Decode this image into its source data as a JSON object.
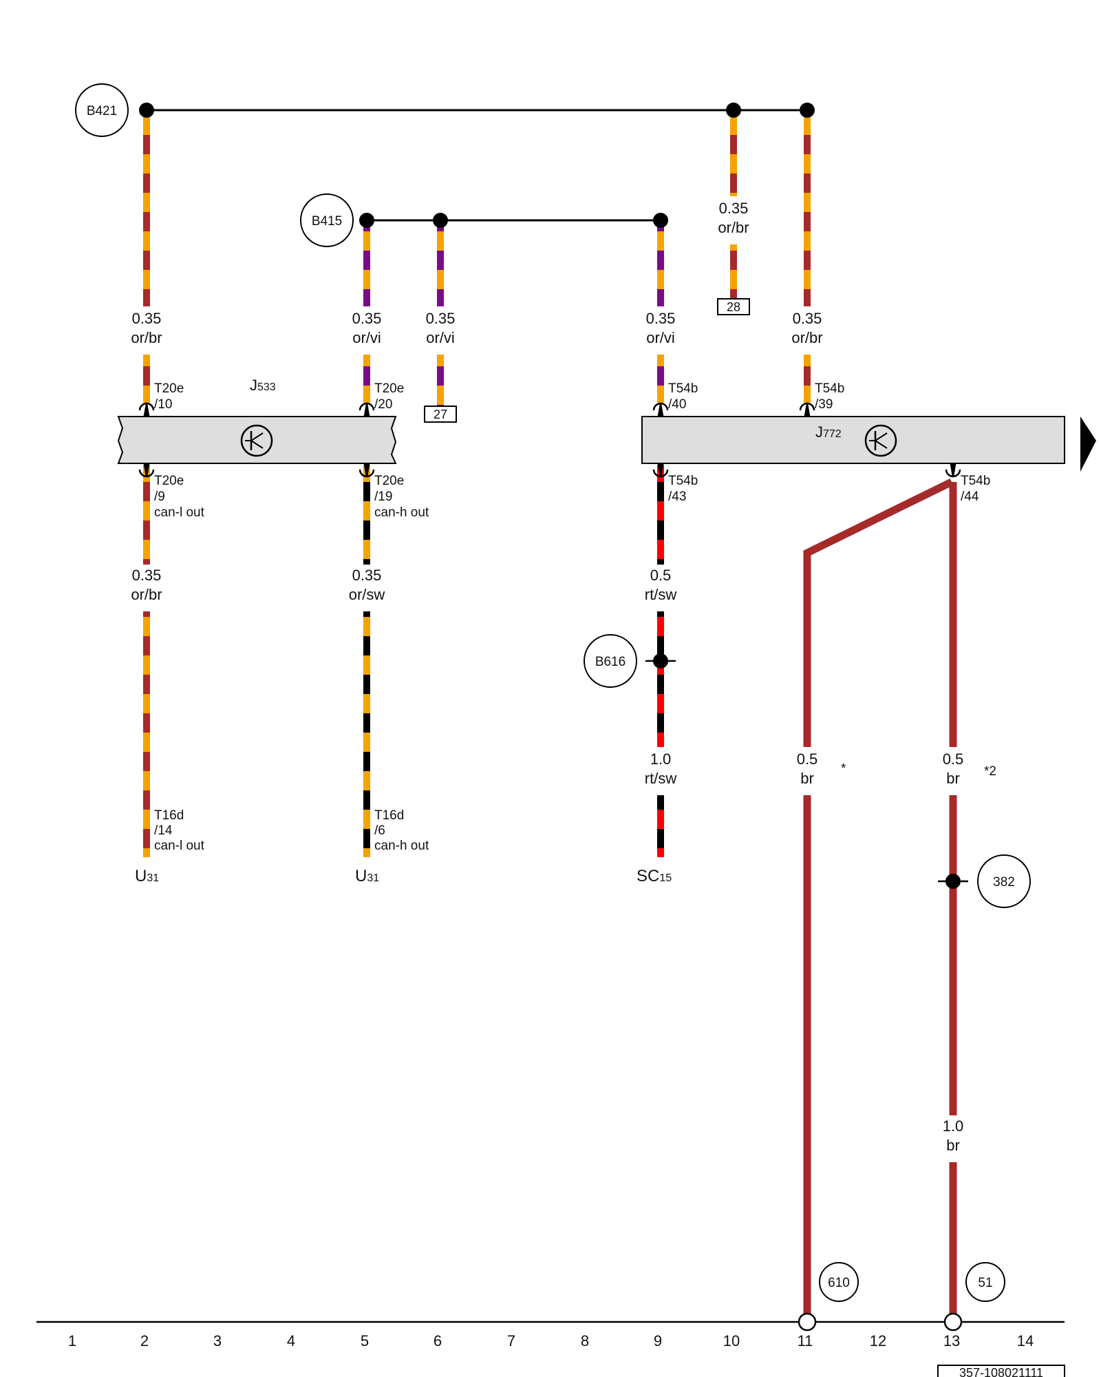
{
  "colors": {
    "or": "#f5a300",
    "br": "#a52a2a",
    "vi": "#7a0a8a",
    "sw": "#000000",
    "rt": "#ff0000",
    "ground_wire": "#a52a2a",
    "module_fill": "#dedede"
  },
  "splices": {
    "b421": "B421",
    "b415": "B415",
    "b616": "B616"
  },
  "grounds": {
    "g382": "382",
    "g610": "610",
    "g51": "51"
  },
  "modules": {
    "j533": {
      "name": "J",
      "sub": "533"
    },
    "j772": {
      "name": "J",
      "sub": "772"
    }
  },
  "refs": {
    "u31_a": {
      "name": "U",
      "sub": "31"
    },
    "u31_b": {
      "name": "U",
      "sub": "31"
    },
    "sc15": {
      "name": "SC",
      "sub": "15"
    }
  },
  "boxes": {
    "box28": "28",
    "box27": "27"
  },
  "wires": {
    "w2_top": {
      "size": "0.35",
      "color": "or/br"
    },
    "w5_top": {
      "size": "0.35",
      "color": "or/vi"
    },
    "w6_top": {
      "size": "0.35",
      "color": "or/vi"
    },
    "w9_top": {
      "size": "0.35",
      "color": "or/vi"
    },
    "w10_top": {
      "size": "0.35",
      "color": "or/br"
    },
    "w11_top": {
      "size": "0.35",
      "color": "or/br"
    },
    "w2_bot": {
      "size": "0.35",
      "color": "or/br"
    },
    "w5_bot": {
      "size": "0.35",
      "color": "or/sw"
    },
    "w9_mid": {
      "size": "0.5",
      "color": "rt/sw"
    },
    "w9_bot": {
      "size": "1.0",
      "color": "rt/sw"
    },
    "w11_bot": {
      "size": "0.5",
      "color": "br",
      "note": "*"
    },
    "w13_bot": {
      "size": "0.5",
      "color": "br",
      "note": "*2"
    },
    "w13_low": {
      "size": "1.0",
      "color": "br"
    }
  },
  "pins": {
    "t20e_10": {
      "conn": "T20e",
      "pin": "/10"
    },
    "t20e_20": {
      "conn": "T20e",
      "pin": "/20"
    },
    "t54b_40": {
      "conn": "T54b",
      "pin": "/40"
    },
    "t54b_39": {
      "conn": "T54b",
      "pin": "/39"
    },
    "t20e_9": {
      "conn": "T20e",
      "pin": "/9",
      "func": "can-l out"
    },
    "t20e_19": {
      "conn": "T20e",
      "pin": "/19",
      "func": "can-h out"
    },
    "t54b_43": {
      "conn": "T54b",
      "pin": "/43"
    },
    "t54b_44": {
      "conn": "T54b",
      "pin": "/44"
    },
    "t16d_14": {
      "conn": "T16d",
      "pin": "/14",
      "func": "can-l out"
    },
    "t16d_6": {
      "conn": "T16d",
      "pin": "/6",
      "func": "can-h out"
    }
  },
  "grid_numbers": [
    "1",
    "2",
    "3",
    "4",
    "5",
    "6",
    "7",
    "8",
    "9",
    "10",
    "11",
    "12",
    "13",
    "14"
  ],
  "footer_code": "357-108021111"
}
